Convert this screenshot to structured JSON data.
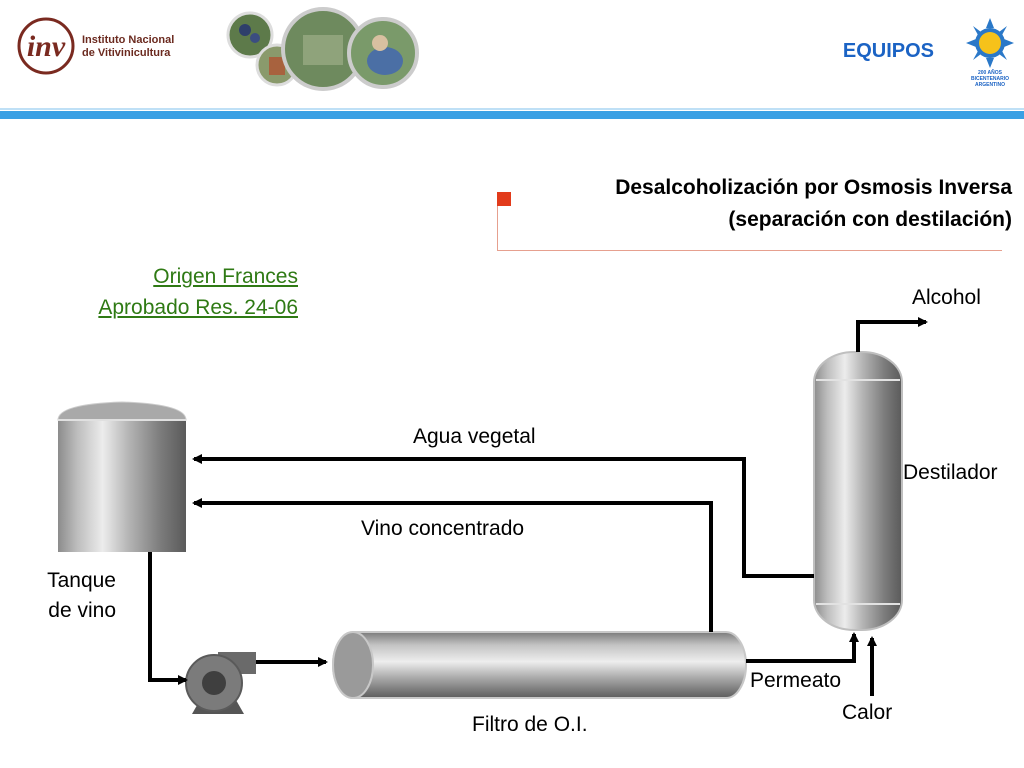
{
  "header": {
    "institution_line1": "Instituto Nacional",
    "institution_line2": "de Vitivinicultura",
    "logo_letters": "inv",
    "title": "EQUIPOS",
    "bicentenario_line1": "200 AÑOS",
    "bicentenario_line2": "BICENTENARIO",
    "bicentenario_line3": "ARGENTINO"
  },
  "colors": {
    "accent_blue": "#1b63c4",
    "rule_blue": "#3aa0e4",
    "brand_red": "#7a2a20",
    "marker_red": "#e23b1b",
    "link_green": "#2f7a14"
  },
  "section": {
    "title_line1": "Desalcoholización por Osmosis Inversa",
    "title_line2": "(separación con destilación)"
  },
  "source": {
    "line1": "Origen Frances",
    "line2": "Aprobado Res. 24-06"
  },
  "diagram": {
    "labels": {
      "alcohol": "Alcohol",
      "destilador": "Destilador",
      "agua_vegetal": "Agua vegetal",
      "vino_concentrado": "Vino concentrado",
      "tanque_line1": "Tanque",
      "tanque_line2": "de vino",
      "permeato": "Permeato",
      "calor": "Calor",
      "filtro": "Filtro de O.I."
    }
  }
}
